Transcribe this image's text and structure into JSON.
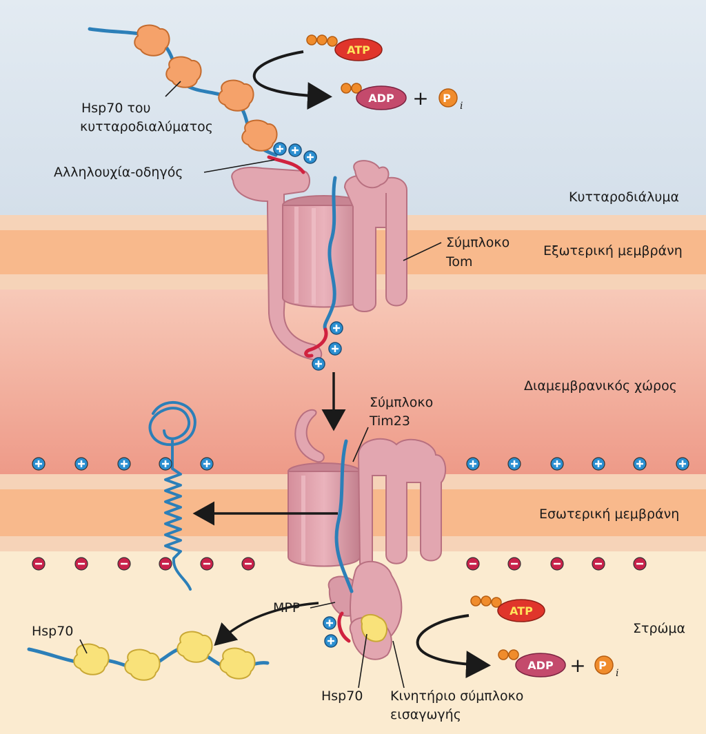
{
  "labels": {
    "cytosolic_hsp70_line1": "Hsp70 του",
    "cytosolic_hsp70_line2": "κυτταροδιαλύματος",
    "presequence": "Αλληλουχία-οδηγός",
    "cytosol": "Κυτταροδιάλυμα",
    "tom_line1": "Σύμπλοκο",
    "tom_line2": "Tom",
    "outer_membrane": "Εξωτερική μεμβράνη",
    "intermembrane_space": "Διαμεμβρανικός χώρος",
    "tim_line1": "Σύμπλοκο",
    "tim_line2": "Tim23",
    "inner_membrane": "Εσωτερική μεμβράνη",
    "mpp": "MPP",
    "matrix_hsp70": "Hsp70",
    "matrix": "Στρώμα",
    "motor_hsp70": "Hsp70",
    "motor_line1": "Κινητήριο σύμπλοκο",
    "motor_line2": "εισαγωγής"
  },
  "reaction_top": {
    "atp": "ATP",
    "adp": "ADP",
    "plus": "+",
    "pi": "P",
    "pi_sub": "i"
  },
  "reaction_bottom": {
    "atp": "ATP",
    "adp": "ADP",
    "plus": "+",
    "pi": "P",
    "pi_sub": "i"
  },
  "colors": {
    "cytosol": "#dde6ef",
    "membrane_band": "#f8b98c",
    "membrane_edge": "#f6d3b8",
    "intermembrane_top": "#f7c9b8",
    "intermembrane_bottom": "#ee9a88",
    "matrix": "#fbebd0",
    "protein": "#e2a6b0",
    "protein_dark": "#c88593",
    "chain": "#2c7fb8",
    "presequence": "#d0223f",
    "hsp70_cytosolic": "#f5a26a",
    "hsp70_matrix": "#f9e27a",
    "atp": "#e0352b",
    "atp_text": "#ffe45c",
    "adp": "#c44a6c",
    "phosphate": "#f08c2c",
    "positive_charge": "#2b8fd1",
    "negative_charge": "#c8214a"
  },
  "icons": [
    "positive-charge-icon",
    "negative-charge-icon",
    "arrow-icon",
    "phosphate-icon"
  ]
}
